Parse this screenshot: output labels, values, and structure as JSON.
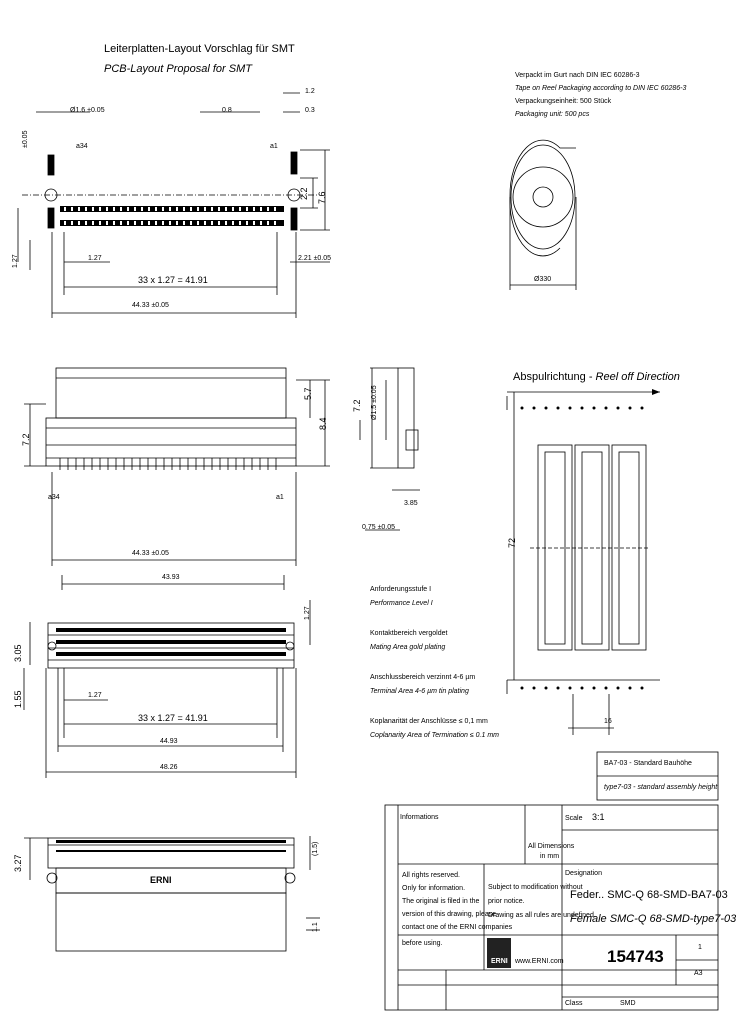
{
  "pcb_layout": {
    "title_de": "Leiterplatten-Layout Vorschlag für SMT",
    "title_en": "PCB-Layout Proposal for SMT",
    "dim_hole": "Ø1.6 ±0.05",
    "dim_pad_width": "0.8",
    "dim_top_right_1": "1.2",
    "dim_top_right_2": "0.3",
    "dim_tol_left": "±0.05",
    "pin_a34": "a34",
    "pin_a1": "a1",
    "dim_2_2": "2.2",
    "dim_7_6": "7.6",
    "dim_1_27_side": "1.27",
    "dim_1_27": "1.27",
    "dim_2_21": "2.21 ±0.05",
    "dim_pitch": "33 x 1.27 = 41.91",
    "dim_total": "44.33 ±0.05"
  },
  "front_view": {
    "dim_7_2": "7.2",
    "dim_5_7": "5.7",
    "dim_8_4": "8.4",
    "label_a34": "a34",
    "label_a1": "a1",
    "dim_44_33": "44.33 ±0.05",
    "dim_43_93": "43.93"
  },
  "side_view": {
    "dim_7_2": "7.2",
    "dim_pin": "Ø1.5 ±0.05",
    "dim_3_85": "3.85",
    "dim_0_75": "0.75 ±0.05"
  },
  "packaging": {
    "line1": "Verpackt im Gurt nach DIN IEC 60286-3",
    "line2": "Tape on Reel Packaging according to DIN IEC 60286-3",
    "line3": "Verpackungseinheit: 500 Stück",
    "line4": "Packaging unit: 500 pcs",
    "reel_dim": "Ø330"
  },
  "reel_direction": {
    "title_de": "Abspulrichtung - ",
    "title_en": "Reel off Direction",
    "dim_72": "72",
    "dim_16": "16"
  },
  "top_view": {
    "dim_3_05": "3.05",
    "dim_1_55": "1.55",
    "dim_1_27_top": "1.27",
    "dim_1_27": "1.27",
    "dim_pitch": "33 x 1.27 = 41.91",
    "dim_44_93": "44.93",
    "dim_48_26": "48.26"
  },
  "bottom_view": {
    "dim_3_27": "3.27",
    "dim_1_5": "(1.5)",
    "dim_1_1": "1.1",
    "marking": "ERNI"
  },
  "notes": {
    "perf_de": "Anforderungsstufe I",
    "perf_en": "Performance Level I",
    "contact_de": "Kontaktbereich vergoldet",
    "contact_en": "Mating Area gold plating",
    "term_de": "Anschlussbereich verzinnt 4-6 µm",
    "term_en": "Terminal Area 4-6 µm tin plating",
    "copl_de": "Koplanarität der Anschlüsse ≤ 0,1 mm",
    "copl_en": "Coplanarity Area of Termination ≤ 0.1 mm"
  },
  "height_box": {
    "line1_de": "BA7-03 - Standard Bauhöhe",
    "line1_en": "type7-03 - standard assembly height"
  },
  "title_block": {
    "informations": "Informations",
    "scale_label": "Scale",
    "scale_value": "3:1",
    "designation_label": "Designation",
    "title_de": "Feder.. SMC-Q 68-SMD-BA7-03",
    "title_en": "Female SMC-Q 68-SMD-type7-03",
    "rights_1": "All rights reserved.",
    "rights_2": "Only for information.",
    "rights_3": "The original is filed in the",
    "rights_4": "version of this drawing, please",
    "rights_5": "contact one of the ERNI companies",
    "rights_6": "before using.",
    "subject_1": "Subject to modification without",
    "subject_2": "prior notice.",
    "subject_3": "Drawing as all rules are undefined.",
    "logo": "ERNI",
    "web": "www.ERNI.com",
    "drawing_no": "154743",
    "sheet": "1",
    "format": "A3",
    "class_label": "Class",
    "class_value": "SMD",
    "dimensions_label": "All Dimensions",
    "dimensions_unit": "in mm"
  }
}
